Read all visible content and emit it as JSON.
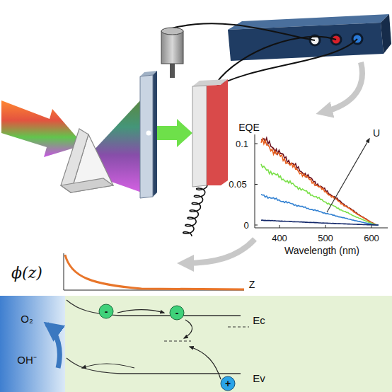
{
  "diagram": {
    "labels": [
      "EQE",
      "0.1",
      "0.05",
      "0",
      "400",
      "500",
      "600",
      "Wavelength (nm)",
      "U",
      "ϕ(z)",
      "Z",
      "O₂",
      "OH⁻",
      "Ec",
      "Ev",
      "-",
      "-",
      "+"
    ]
  }
}
